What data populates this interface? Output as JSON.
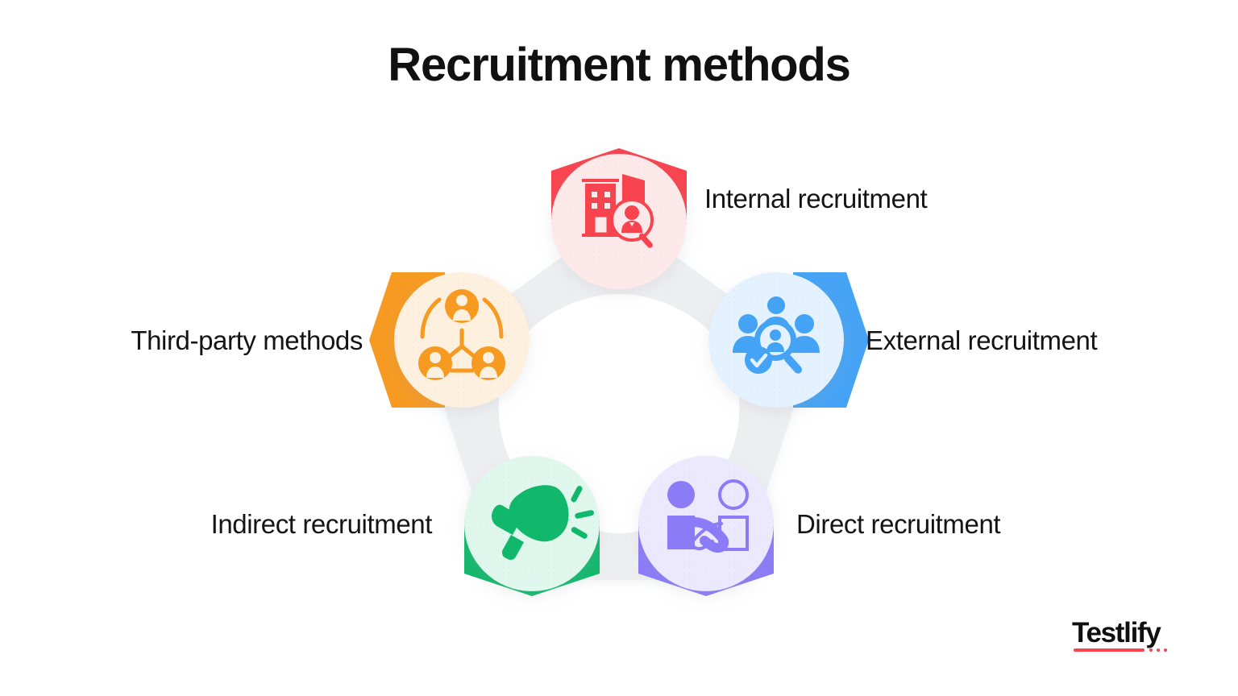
{
  "page": {
    "title": "Recruitment methods",
    "background_color": "#FFFFFF",
    "title_color": "#111111"
  },
  "diagram": {
    "type": "circular-pentagon-infographic",
    "center_color": "#FFFFFF",
    "connector_ring_color": "#EDEEF0",
    "nodes": [
      {
        "id": "internal",
        "label": "Internal recruitment",
        "position": "top",
        "accent_color": "#F8444F",
        "bubble_color": "#FDE9EA",
        "icon": "building-person-search-icon",
        "tab_direction": "up"
      },
      {
        "id": "external",
        "label": "External recruitment",
        "position": "right",
        "accent_color": "#45A3F5",
        "bubble_color": "#E3F2FE",
        "icon": "team-search-verified-icon",
        "tab_direction": "right"
      },
      {
        "id": "direct",
        "label": "Direct recruitment",
        "position": "bottom-right",
        "accent_color": "#8B7BF7",
        "bubble_color": "#ECE8FE",
        "icon": "handshake-icon",
        "tab_direction": "down"
      },
      {
        "id": "indirect",
        "label": "Indirect recruitment",
        "position": "bottom-left",
        "accent_color": "#11B86B",
        "bubble_color": "#DFF7EC",
        "icon": "megaphone-icon",
        "tab_direction": "down"
      },
      {
        "id": "third-party",
        "label": "Third-party methods",
        "position": "left",
        "accent_color": "#F79A21",
        "bubble_color": "#FDF0DE",
        "icon": "people-network-icon",
        "tab_direction": "left"
      }
    ]
  },
  "branding": {
    "name": "Testlify",
    "accent_color": "#F8444F"
  }
}
